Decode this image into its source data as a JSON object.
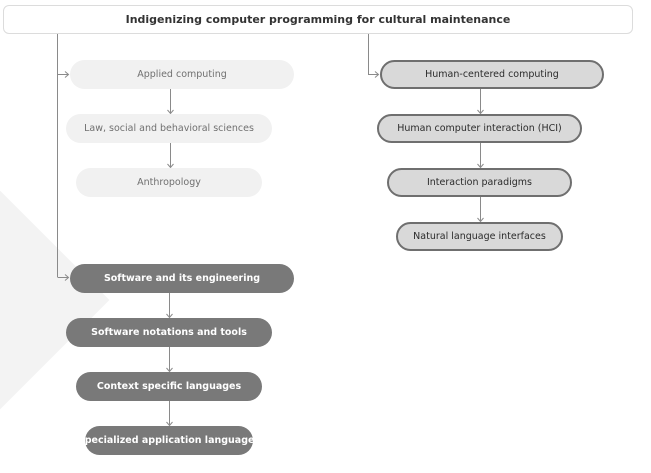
{
  "title": "Indigenizing computer programming for cultural maintenance",
  "branches": {
    "applied": [
      "Applied computing",
      "Law, social and behavioral sciences",
      "Anthropology"
    ],
    "human": [
      "Human-centered computing",
      "Human computer interaction (HCI)",
      "Interaction paradigms",
      "Natural language interfaces"
    ],
    "software": [
      "Software and its engineering",
      "Software notations and tools",
      "Context specific languages",
      "Specialized application languages"
    ]
  },
  "colors": {
    "light_fill": "#f1f1f1",
    "mid_fill": "#d9d9d9",
    "dark_fill": "#797979",
    "line": "#8a8a8a"
  }
}
